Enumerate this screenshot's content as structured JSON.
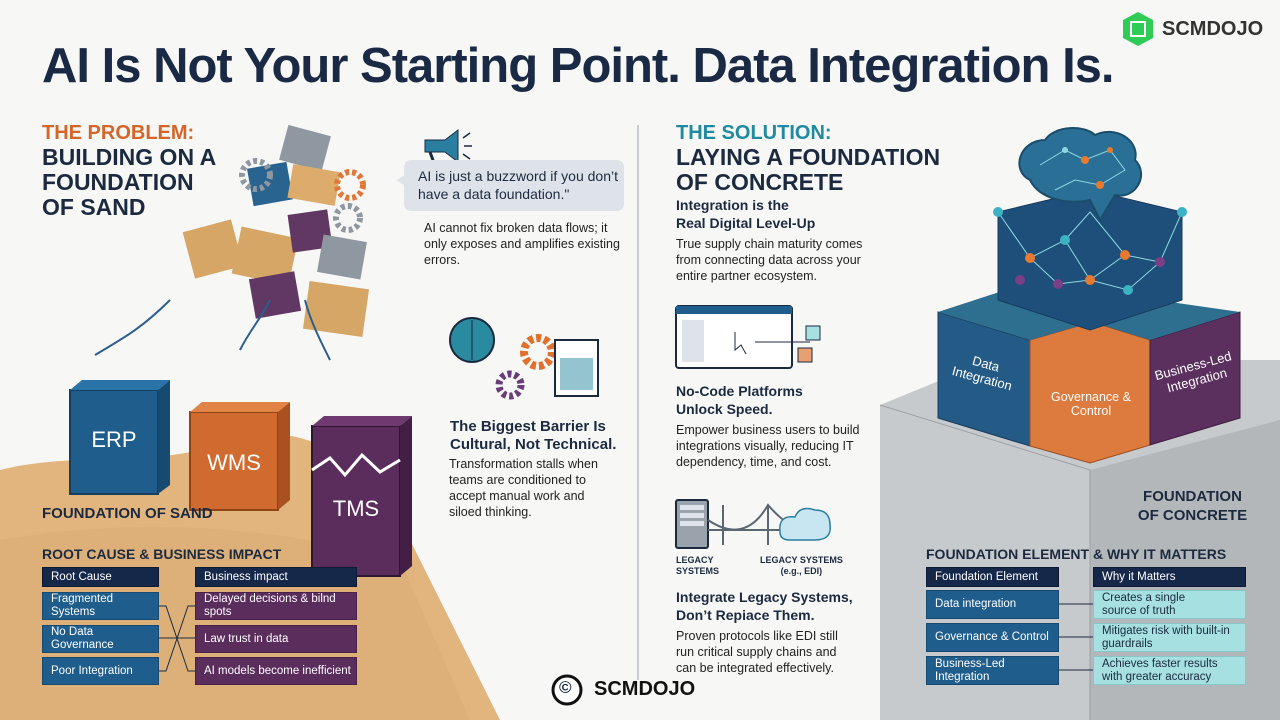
{
  "title": "AI Is Not Your Starting Point. Data Integration Is.",
  "logo": {
    "text": "SCMDOJO",
    "color": "#2ecc57"
  },
  "problem": {
    "kicker": "THE PROBLEM:",
    "heading": [
      "BUILDING ON A",
      "FOUNDATION",
      "OF SAND"
    ],
    "blocks": [
      "ERP",
      "WMS",
      "TMS"
    ],
    "sand_label": "FOUNDATION OF SAND",
    "table_title": "ROOT CAUSE & BUSINESS IMPACT",
    "col1": "Root Cause",
    "col2": "Business impact",
    "causes": [
      "Fragmented Systems",
      "No Data Governance",
      "Poor Integration"
    ],
    "impacts": [
      "Delayed decisions & bilnd spots",
      "Law trust in data",
      "AI models become inefficient"
    ]
  },
  "middle": {
    "quote": "AI is just a buzzword if you don’t have a data foundation.\"",
    "quote_body": "AI cannot fix broken data flows; it only exposes and amplifies existing errors.",
    "barrier_heading": "The Biggest Barrier Is Cultural, Not Technical.",
    "barrier_body": "Transformation stalls when teams are conditioned to accept manual work and siloed thinking."
  },
  "solution": {
    "kicker": "THE SOLUTION:",
    "heading": [
      "LAYING A FOUNDATION",
      "OF CONCRETE"
    ],
    "sub_heading": [
      "Integration is the",
      "Real Digital Level-Up"
    ],
    "sub_body": "True supply chain maturity comes from connecting data across your entire partner ecosystem.",
    "nocode_heading": [
      "No-Code Platforms",
      "Unlock Speed."
    ],
    "nocode_body": "Empower business users to build integrations visually, reducing IT dependency, time, and cost.",
    "legacy_label_left": [
      "LEGACY",
      "SYSTEMS"
    ],
    "legacy_label_right": [
      "LEGACY SYSTEMS",
      "(e.g., EDI)"
    ],
    "legacy_heading": [
      "Integrate Legacy Systems,",
      "Don’t Repiace Them."
    ],
    "legacy_body": "Proven protocols like EDI still run critical supply chains and can be integrated effectively.",
    "puzzle": {
      "left": "Data Integration",
      "middle": "Governance & Control",
      "right": "Business-Led Integration"
    },
    "concrete_label": [
      "FOUNDATION",
      "OF CONCRETE"
    ],
    "table_title": "FOUNDATION ELEMENT & WHY IT MATTERS",
    "col1": "Foundation Element",
    "col2": "Why it Matters",
    "elements": [
      "Data integration",
      "Governance & Control",
      "Business-Led Integration"
    ],
    "reasons": [
      "Creates a single source of truth",
      "Mitigates risk with built-in guardrails",
      "Achieves faster results with greater accuracy"
    ]
  },
  "footer": {
    "copyright": "©",
    "brand": "SCMDOJO"
  }
}
